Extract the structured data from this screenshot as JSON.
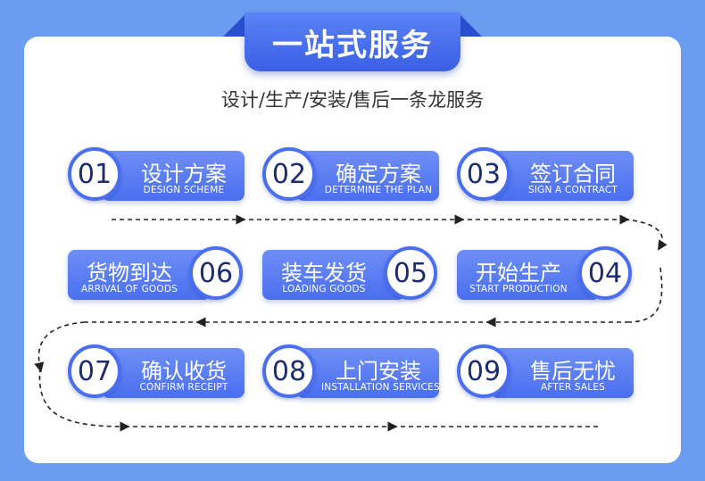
{
  "header": {
    "title": "一站式服务",
    "subtitle": "设计/生产/安装/售后一条龙服务"
  },
  "steps": [
    {
      "num": "01",
      "cn": "设计方案",
      "en": "DESIGN SCHEME"
    },
    {
      "num": "02",
      "cn": "确定方案",
      "en": "DETERMINE THE PLAN"
    },
    {
      "num": "03",
      "cn": "签订合同",
      "en": "SIGN A CONTRACT"
    },
    {
      "num": "04",
      "cn": "开始生产",
      "en": "START PRODUCTION"
    },
    {
      "num": "05",
      "cn": "装车发货",
      "en": "LOADING GOODS"
    },
    {
      "num": "06",
      "cn": "货物到达",
      "en": "ARRIVAL OF GOODS"
    },
    {
      "num": "07",
      "cn": "确认收货",
      "en": "CONFIRM RECEIPT"
    },
    {
      "num": "08",
      "cn": "上门安装",
      "en": "INSTALLATION SERVICES"
    },
    {
      "num": "09",
      "cn": "售后无忧",
      "en": "AFTER SALES"
    }
  ],
  "colors": {
    "background": "#6a9cf0",
    "accent": "#4a6ef0",
    "banner": "#3a5fe6",
    "number_text": "#1d2c6e"
  }
}
